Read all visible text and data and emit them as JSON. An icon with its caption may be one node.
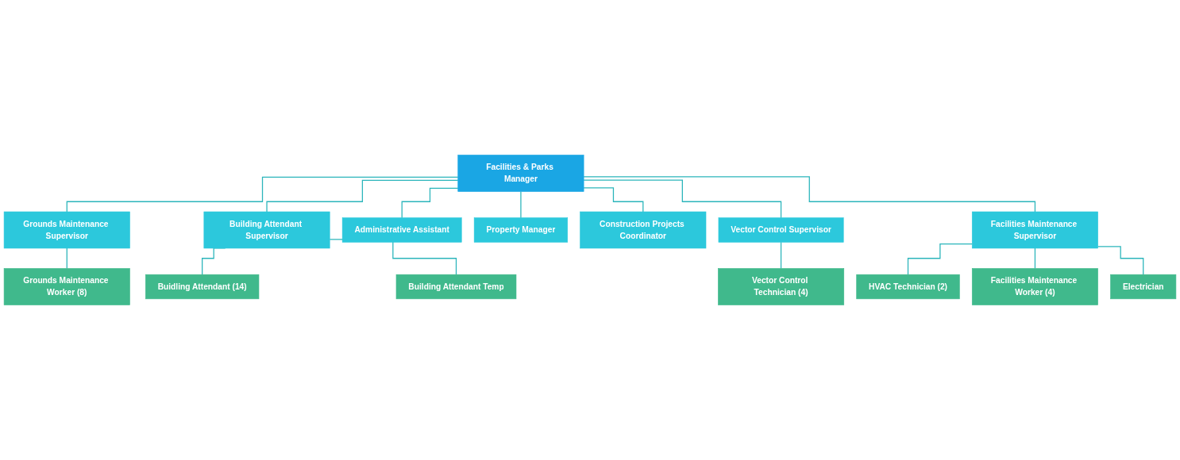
{
  "diagram": {
    "nodes": [
      {
        "text": [
          "Facilities & Parks Manager"
        ]
      },
      {
        "text": [
          "Grounds Maintenance Supervisor"
        ]
      },
      {
        "text": [
          "Building Attendant Supervisor"
        ]
      },
      {
        "text": [
          "Administrative Assistant"
        ]
      },
      {
        "text": [
          "Property Manager"
        ]
      },
      {
        "text": [
          "Construction Projects Coordinator"
        ]
      },
      {
        "text": [
          "Vector Control Supervisor"
        ]
      },
      {
        "text": [
          "Facilities Maintenance Supervisor"
        ]
      },
      {
        "text": [
          "Grounds Maintenance Worker (8)"
        ]
      },
      {
        "text": [
          "Buidling Attendant (14)"
        ]
      },
      {
        "text": [
          "Building Attendant Temp"
        ]
      },
      {
        "text": [
          "Vector Control Technician (4)"
        ]
      },
      {
        "text": [
          "HVAC Technician (2)"
        ]
      },
      {
        "text": [
          "Facilities Maintenance Worker (4)"
        ]
      },
      {
        "text": [
          "Electrician"
        ]
      }
    ],
    "edges": [
      {
        "from": 0,
        "to": 1,
        "arrow": "none"
      },
      {
        "from": 0,
        "to": 2,
        "arrow": "none"
      },
      {
        "from": 0,
        "to": 3,
        "arrow": "none"
      },
      {
        "from": 0,
        "to": 4,
        "arrow": "none"
      },
      {
        "from": 0,
        "to": 5,
        "arrow": "none"
      },
      {
        "from": 0,
        "to": 6,
        "arrow": "none"
      },
      {
        "from": 0,
        "to": 7,
        "arrow": "none"
      },
      {
        "from": 1,
        "to": 8,
        "arrow": "none"
      },
      {
        "from": 2,
        "to": 9,
        "arrow": "none"
      },
      {
        "from": 2,
        "to": 10,
        "arrow": "none"
      },
      {
        "from": 6,
        "to": 11,
        "arrow": "none"
      },
      {
        "from": 7,
        "to": 12,
        "arrow": "none"
      },
      {
        "from": 7,
        "to": 13,
        "arrow": "none"
      },
      {
        "from": 7,
        "to": 14,
        "arrow": "none"
      }
    ]
  }
}
